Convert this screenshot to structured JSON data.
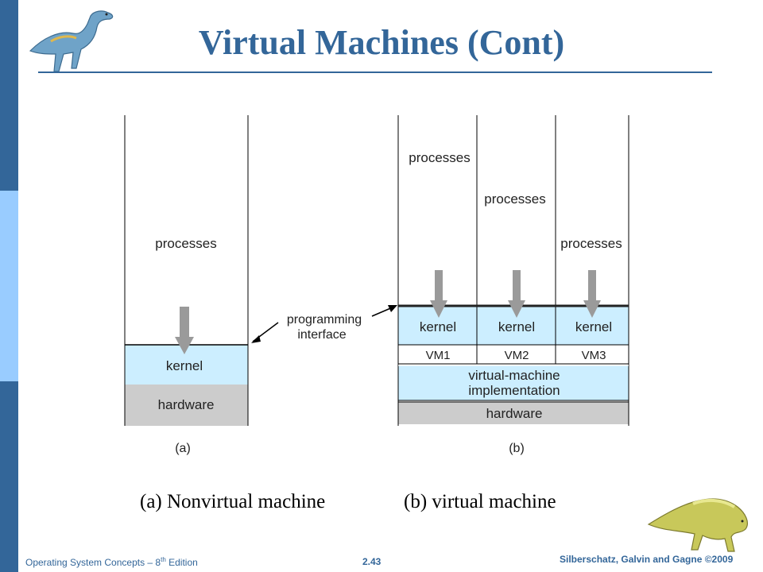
{
  "slide": {
    "title": "Virtual Machines (Cont)",
    "caption_a": "(a) Nonvirtual machine",
    "caption_b": "(b) virtual machine"
  },
  "diagram_a": {
    "processes": "processes",
    "kernel": "kernel",
    "hardware": "hardware",
    "label": "(a)"
  },
  "diagram_b": {
    "processes": [
      "processes",
      "processes",
      "processes"
    ],
    "kernels": [
      "kernel",
      "kernel",
      "kernel"
    ],
    "vms": [
      "VM1",
      "VM2",
      "VM3"
    ],
    "vm_impl_line1": "virtual-machine",
    "vm_impl_line2": "implementation",
    "hardware": "hardware",
    "label": "(b)"
  },
  "callout": {
    "line1": "programming",
    "line2": "interface"
  },
  "footer": {
    "left_prefix": "Operating System Concepts – 8",
    "left_sup": "th",
    "left_suffix": " Edition",
    "center": "2.43",
    "right": "Silberschatz, Galvin and Gagne ©2009"
  },
  "colors": {
    "brand": "#336699",
    "kernel_fill": "#cceeff",
    "hardware_fill": "#cccccc"
  }
}
